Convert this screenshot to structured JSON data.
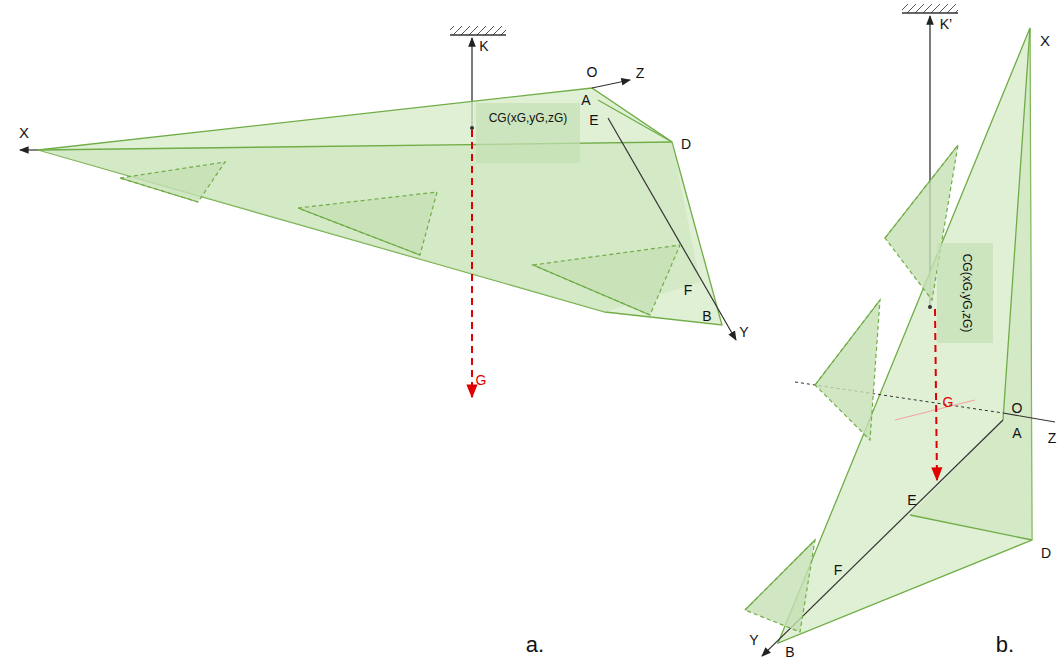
{
  "diagram": {
    "labels": [
      "K",
      "O",
      "Z",
      "A",
      "E",
      "X",
      "CG(xG,yG,zG)",
      "D",
      "F",
      "B",
      "Y",
      "G",
      "a.",
      "K’",
      "X",
      "CG(xG,yG,zG)",
      "G",
      "O",
      "Z",
      "A",
      "E",
      "D",
      "F",
      "Y",
      "B",
      "b."
    ]
  }
}
